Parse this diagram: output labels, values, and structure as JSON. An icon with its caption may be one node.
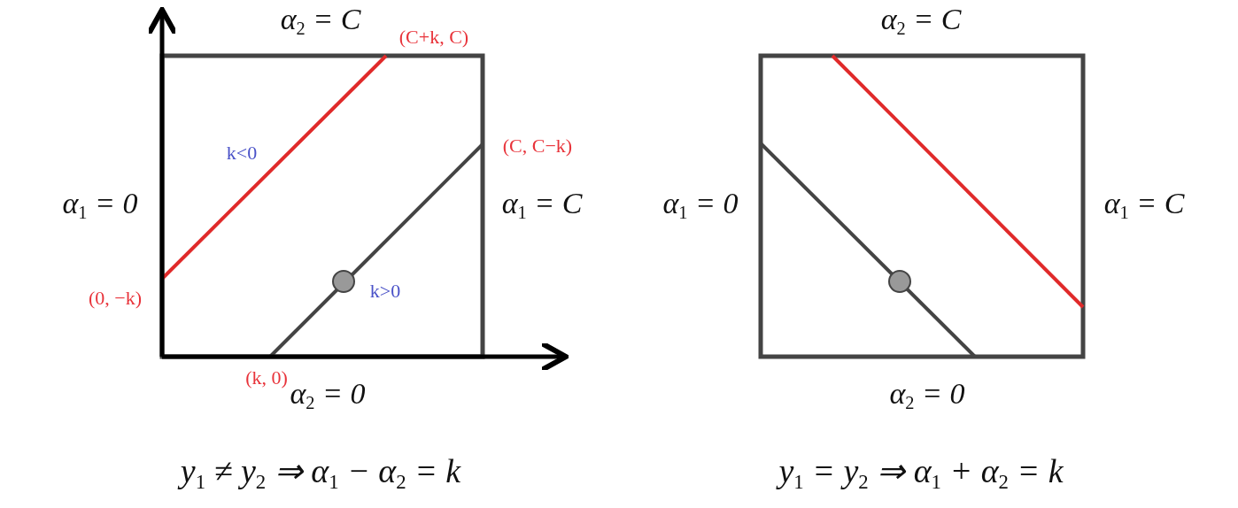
{
  "diagram": {
    "labels": [
      "α$_{2}$ = C",
      "(C+k, C)",
      "α$_{2}$ = C",
      "(C, C−k)",
      "k<0",
      "α$_{1}$ = 0",
      "α$_{1}$ = C",
      "α$_{1}$ = 0",
      "α$_{1}$ = C",
      "(0, −k)",
      "k>0",
      "(k, 0)",
      "α$_{2}$ = 0",
      "α$_{2}$ = 0",
      "y$_{1}$ ≠ y$_{2}$ ⇒ α$_{1}$ − α$_{2}$ = k",
      "y$_{1}$ = y$_{2}$ ⇒ α$_{1}$ + α$_{2}$ = k"
    ]
  }
}
